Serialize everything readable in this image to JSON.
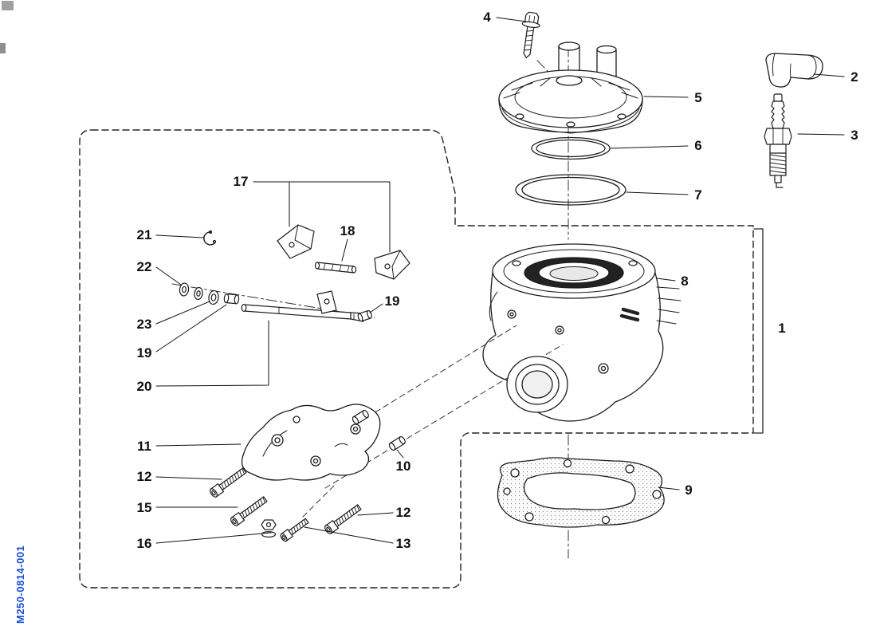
{
  "document": {
    "code": "M250-0814-001",
    "code_color": "#1c4ed9"
  },
  "callouts": [
    {
      "label": "4"
    },
    {
      "label": "2"
    },
    {
      "label": "5"
    },
    {
      "label": "3"
    },
    {
      "label": "6"
    },
    {
      "label": "7"
    },
    {
      "label": "17"
    },
    {
      "label": "18"
    },
    {
      "label": "21"
    },
    {
      "label": "22"
    },
    {
      "label": "8"
    },
    {
      "label": "19"
    },
    {
      "label": "23"
    },
    {
      "label": "19"
    },
    {
      "label": "20"
    },
    {
      "label": "1"
    },
    {
      "label": "11"
    },
    {
      "label": "10"
    },
    {
      "label": "12"
    },
    {
      "label": "9"
    },
    {
      "label": "15"
    },
    {
      "label": "12"
    },
    {
      "label": "16"
    },
    {
      "label": "13"
    }
  ]
}
